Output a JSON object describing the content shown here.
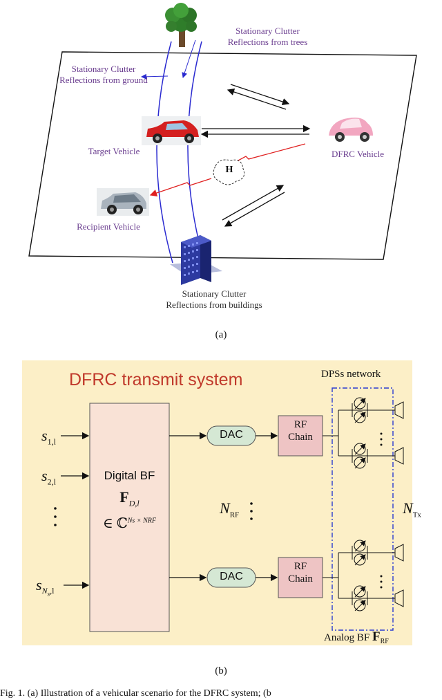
{
  "panel_a": {
    "clutter_trees_l1": "Stationary Clutter",
    "clutter_trees_l2": "Reflections from trees",
    "clutter_ground_l1": "Stationary Clutter",
    "clutter_ground_l2": "Reflections from ground",
    "target_vehicle": "Target Vehicle",
    "dfrc_vehicle": "DFRC Vehicle",
    "recipient_vehicle": "Recipient Vehicle",
    "channel": "H",
    "clutter_buildings_l1": "Stationary Clutter",
    "clutter_buildings_l2": "Reflections from buildings",
    "caption": "(a)"
  },
  "panel_b": {
    "title": "DFRC transmit system",
    "dps_network": "DPSs network",
    "input_1": "s",
    "input_1_sub": "1,l",
    "input_2": "s",
    "input_2_sub": "2,l",
    "input_n": "s",
    "input_n_sub": "N",
    "input_n_subsub": "s",
    "input_n_tail": ",l",
    "digital_bf": "Digital BF",
    "fd_main": "F",
    "fd_sub": "D,l",
    "fd_dim": "∈ ℂ",
    "fd_dim_sup": "Ns × NRF",
    "dac_top": "DAC",
    "dac_bottom": "DAC",
    "rf_top_l1": "RF",
    "rf_top_l2": "Chain",
    "rf_bottom_l1": "RF",
    "rf_bottom_l2": "Chain",
    "n_rf": "N",
    "n_rf_sub": "RF",
    "n_tx": "N",
    "n_tx_sub": "Tx",
    "analog_bf": "Analog BF",
    "f_rf": "F",
    "f_rf_sub": "RF",
    "caption": "(b)"
  },
  "footer": {
    "text": "Fig. 1. (a) Illustration of a vehicular scenario for the DFRC system; (b"
  }
}
